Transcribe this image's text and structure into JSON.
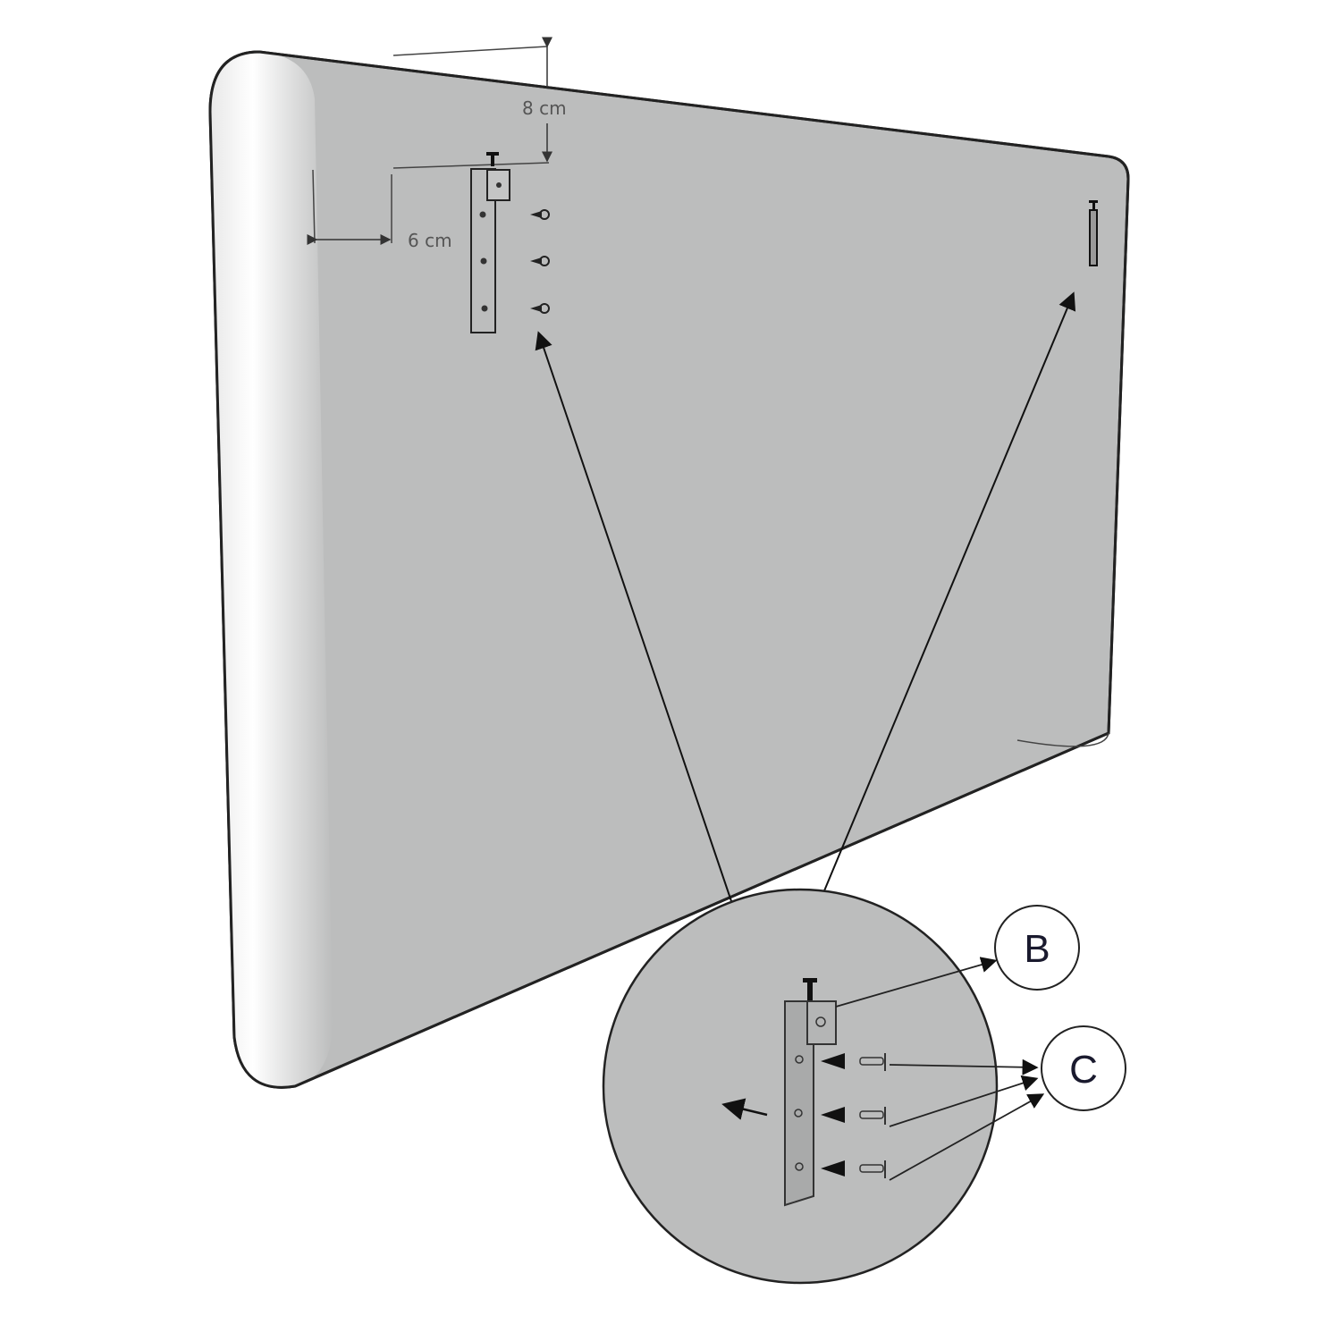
{
  "diagram": {
    "subject": "headboard-panel-rear-view",
    "colors": {
      "panel": "#bcbdbd",
      "panel_highlight": "#f4f4f4",
      "outline": "#222222",
      "bracket": "#a9aaaa",
      "background": "#ffffff"
    },
    "dimensions": {
      "top_offset": "8 cm",
      "side_offset": "6 cm"
    },
    "callouts": {
      "bracket_label": "B",
      "screws_label": "C"
    },
    "parts": {
      "bracket_count": 2,
      "screws_per_bracket": 3
    }
  }
}
